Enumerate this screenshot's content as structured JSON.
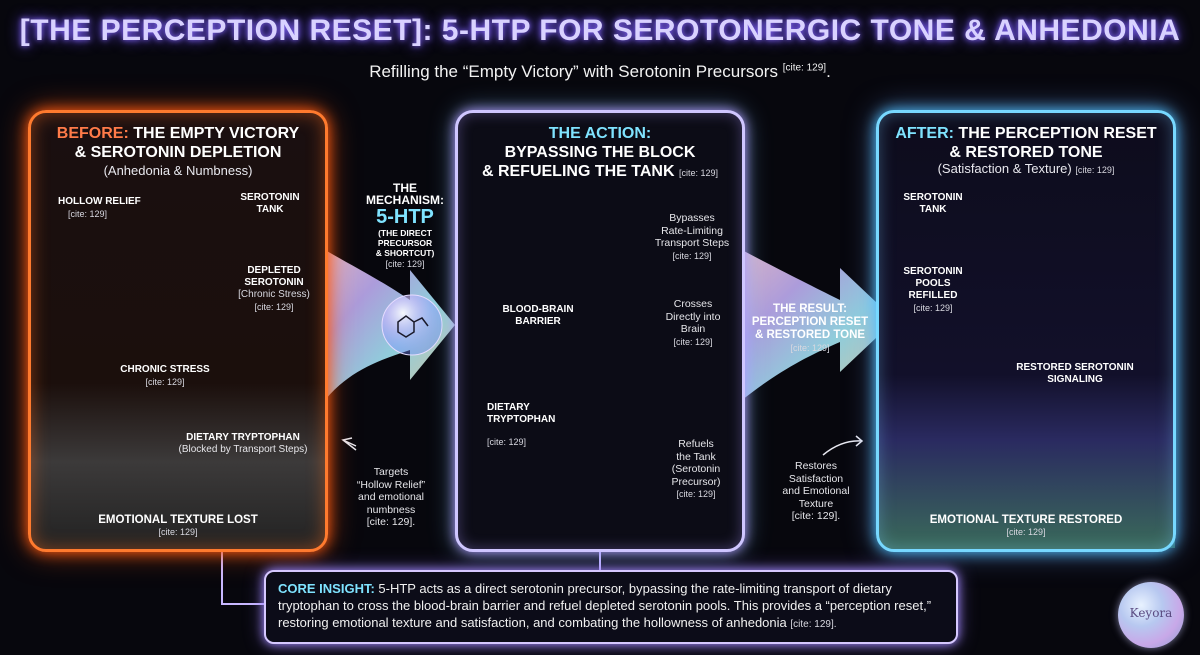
{
  "header": {
    "title": "[THE PERCEPTION RESET]: 5-HTP FOR SEROTONERGIC TONE & ANHEDONIA",
    "subtitle": "Refilling the “Empty Victory” with Serotonin Precursors",
    "subtitle_cite": "[cite: 129]",
    "subtitle_end": "."
  },
  "cite": "[cite: 129]",
  "before": {
    "lead": "BEFORE:",
    "title_1": "THE EMPTY VICTORY",
    "title_2": "& SEROTONIN DEPLETION",
    "subtitle": "(Anhedonia & Numbness)",
    "hollow_relief": "HOLLOW RELIEF",
    "serotonin_tank_1": "SEROTONIN",
    "serotonin_tank_2": "TANK",
    "depleted_1": "DEPLETED",
    "depleted_2": "SEROTONIN",
    "depleted_3": "[Chronic Stress)",
    "chronic_stress": "CHRONIC STRESS",
    "dietary_tryptophan": "DIETARY TRYPTOPHAN",
    "blocked": "(Blocked by Transport Steps)",
    "texture_lost": "EMOTIONAL TEXTURE LOST"
  },
  "mechanism": {
    "label": "THE MECHANISM:",
    "name": "5-HTP",
    "desc_1": "(THE DIRECT PRECURSOR",
    "desc_2": "& SHORTCUT)"
  },
  "targets_note": [
    "Targets",
    "“Hollow Relief”",
    "and emotional",
    "numbness",
    "[cite: 129]."
  ],
  "action": {
    "lead": "THE ACTION:",
    "title_1": "BYPASSING THE BLOCK",
    "title_2": "& REFUELING THE TANK",
    "bypass_1": "Bypasses",
    "bypass_2": "Rate-Limiting",
    "bypass_3": "Transport Steps",
    "bbb_1": "BLOOD-BRAIN",
    "bbb_2": "BARRIER",
    "crosses_1": "Crosses",
    "crosses_2": "Directly into",
    "crosses_3": "Brain",
    "dietary_1": "DIETARY",
    "dietary_2": "TRYPTOPHAN",
    "refuels_1": "Refuels",
    "refuels_2": "the Tank",
    "refuels_3": "(Serotonin",
    "refuels_4": "Precursor)"
  },
  "result": {
    "label_1": "THE RESULT:",
    "label_2": "PERCEPTION RESET",
    "label_3": "& RESTORED TONE"
  },
  "restores_note": [
    "Restores",
    "Satisfaction",
    "and Emotional",
    "Texture",
    "[cite: 129]."
  ],
  "after": {
    "lead": "AFTER:",
    "title_1": "THE PERCEPTION RESET",
    "title_2": "& RESTORED TONE",
    "subtitle": "(Satisfaction & Texture)",
    "tank_1": "SEROTONIN",
    "tank_2": "TANK",
    "pools_1": "SEROTONIN",
    "pools_2": "POOLS",
    "pools_3": "REFILLED",
    "signaling_1": "RESTORED SEROTONIN",
    "signaling_2": "SIGNALING",
    "texture_restored": "EMOTIONAL TEXTURE RESTORED"
  },
  "insight": {
    "label": "CORE INSIGHT:",
    "text": " 5-HTP acts as a direct serotonin precursor, bypassing the rate-limiting transport of dietary tryptophan to cross the blood-brain barrier and refuel depleted serotonin pools. This provides a “perception reset,” restoring emotional texture and satisfaction, and combating the hollowness of anhedonia ",
    "cite_end": "[cite: 129]."
  },
  "brand": "Keyora",
  "icons": [
    "trophy-icon",
    "silhouette-icon",
    "battery-empty-icon",
    "battery-full-icon",
    "lightning-icon",
    "molecule-icon",
    "brain-icon",
    "barrier-icon",
    "flower-icon"
  ],
  "colors": {
    "before_accent": "#ff7a2e",
    "action_accent": "#cfc6ff",
    "after_accent": "#77d8ff",
    "title_glow": "#8a6cff",
    "insight_label": "#7fe3ff"
  }
}
